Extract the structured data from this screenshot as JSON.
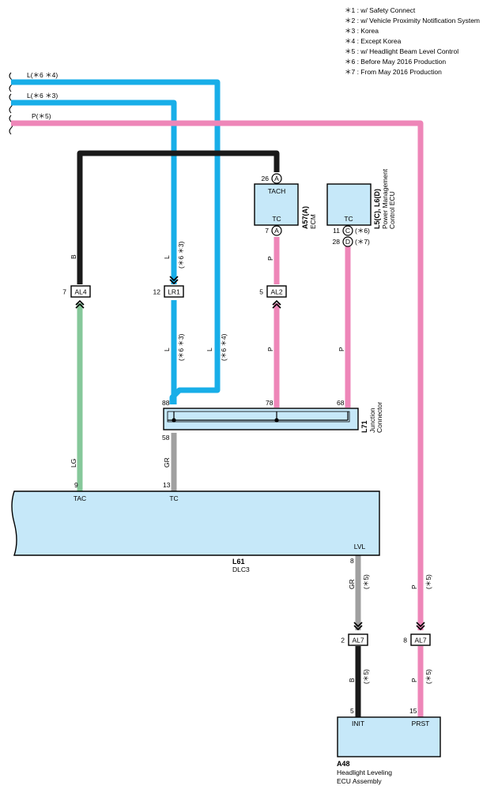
{
  "legend": [
    "＊1 : w/ Safety Connect",
    "＊2 : w/ Vehicle Proximity Notification System",
    "＊3 : Korea",
    "＊4 : Except Korea",
    "＊5 : w/ Headlight Beam Level Control",
    "＊6 : Before May 2016 Production",
    "＊7 : From May 2016 Production"
  ],
  "colors": {
    "blue": "#18aee8",
    "pink": "#ee86b8",
    "black": "#1a1a1a",
    "green": "#86c89a",
    "gray": "#a0a0a0",
    "box_fill": "#c6e8f9"
  },
  "wires": {
    "w1_label": "L(＊6 ＊4)",
    "w2_label": "L(＊6 ＊3)",
    "w3_label": "P(＊5)",
    "b": "B",
    "l": "L",
    "p": "P",
    "lg": "LG",
    "gr": "GR",
    "n63": "(＊6 ＊3)",
    "n64": "(＊6 ＊4)",
    "n5": "(＊5)"
  },
  "ecm": {
    "code": "A57(A)",
    "name": "ECM",
    "pin_top": "TACH",
    "pin_bottom": "TC",
    "num_top": "26",
    "num_bottom": "7",
    "conn": "A"
  },
  "pmc": {
    "code": "L5(C), L6(D)",
    "name1": "Power Management",
    "name2": "Control ECU",
    "pin": "TC",
    "num_c": "11",
    "num_d": "28",
    "conn_c": "C",
    "conn_d": "D",
    "note_c": "(＊6)",
    "note_d": "(＊7)"
  },
  "connectors": {
    "al4": "AL4",
    "al4_n": "7",
    "lr1": "LR1",
    "lr1_n": "12",
    "al2": "AL2",
    "al2_n": "5",
    "al7": "AL7",
    "al7a_n": "2",
    "al7b_n": "8"
  },
  "junction": {
    "code": "L71",
    "name1": "Junction",
    "name2": "Connector",
    "p88": "88",
    "p78": "78",
    "p68": "68",
    "p58": "58"
  },
  "dlc3": {
    "code": "L61",
    "name": "DLC3",
    "tac": "TAC",
    "tc": "TC",
    "lvl": "LVL",
    "n9": "9",
    "n13": "13",
    "n8": "8"
  },
  "headlight": {
    "code": "A48",
    "name1": "Headlight Leveling",
    "name2": "ECU Assembly",
    "init": "INIT",
    "prst": "PRST",
    "n5": "5",
    "n15": "15"
  }
}
